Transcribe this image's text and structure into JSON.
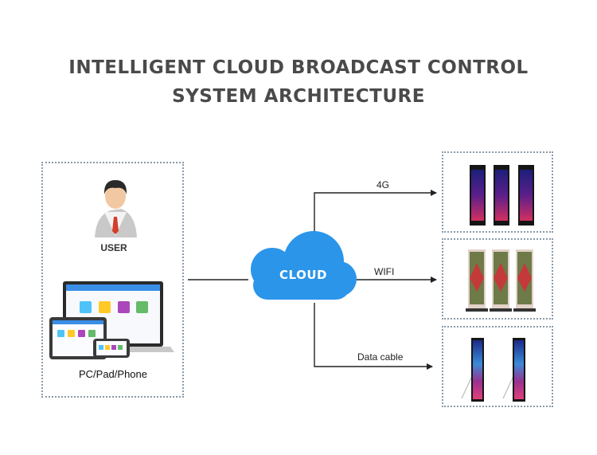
{
  "title": {
    "line1": "INTELLIGENT CLOUD BROADCAST CONTROL",
    "line2": "SYSTEM ARCHITECTURE"
  },
  "user_box": {
    "user_label": "USER",
    "devices_label": "PC/Pad/Phone"
  },
  "cloud": {
    "label": "CLOUD"
  },
  "links": [
    {
      "label": "4G"
    },
    {
      "label": "WIFI"
    },
    {
      "label": "Data cable"
    }
  ],
  "colors": {
    "cloud": "#2b95ea",
    "border": "#8a9aa8",
    "title": "#4a4a4a"
  }
}
